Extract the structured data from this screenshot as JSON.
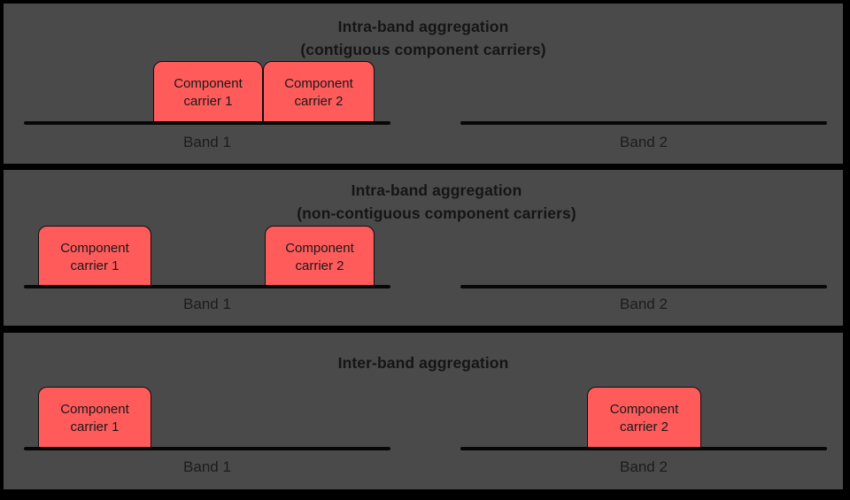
{
  "colors": {
    "page_background": "#000000",
    "panel_background": "#4a4a4b",
    "carrier_fill": "#ff5b5b",
    "outline_black": "#0d0d0d",
    "title_text": "#151515"
  },
  "panels": [
    {
      "title_line1": "Intra-band aggregation",
      "title_line2": "(contiguous component carriers)",
      "carriers": [
        {
          "label": "Component carrier 1"
        },
        {
          "label": "Component carrier 2"
        }
      ],
      "bands": [
        {
          "label": "Band 1"
        },
        {
          "label": "Band 2"
        }
      ]
    },
    {
      "title_line1": "Intra-band aggregation",
      "title_line2": "(non-contiguous component carriers)",
      "carriers": [
        {
          "label": "Component carrier 1"
        },
        {
          "label": "Component carrier 2"
        }
      ],
      "bands": [
        {
          "label": "Band 1"
        },
        {
          "label": "Band 2"
        }
      ]
    },
    {
      "title_line1": "Inter-band aggregation",
      "title_line2": "",
      "carriers": [
        {
          "label": "Component carrier 1"
        },
        {
          "label": "Component carrier 2"
        }
      ],
      "bands": [
        {
          "label": "Band 1"
        },
        {
          "label": "Band 2"
        }
      ]
    }
  ]
}
